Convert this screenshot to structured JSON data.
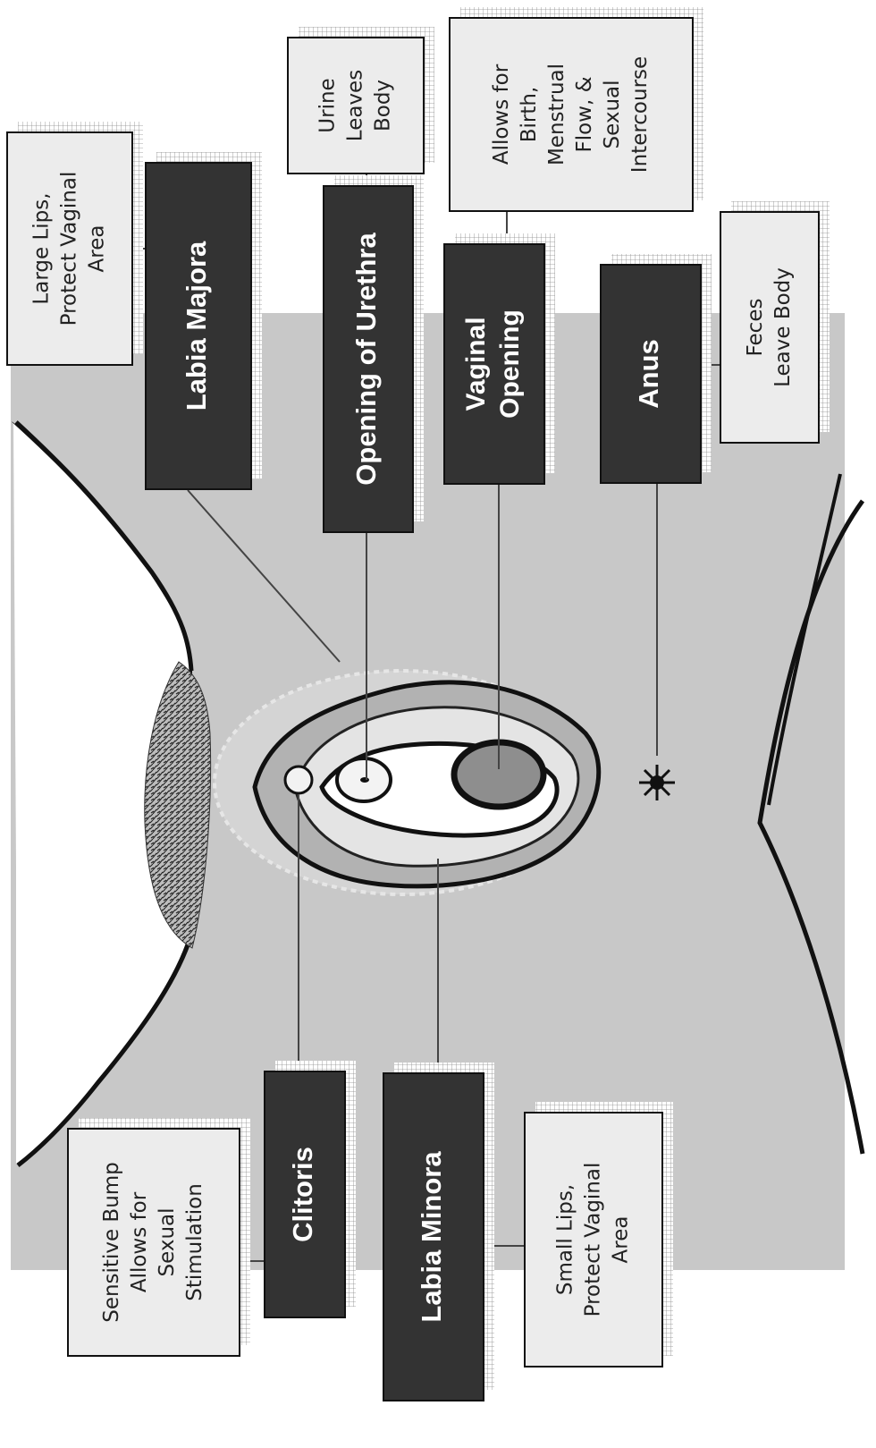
{
  "colors": {
    "background": "#ffffff",
    "body_fill": "#c8c8c8",
    "dark_box": "#333333",
    "light_box": "#ececec",
    "shadow_grid": "#9a9a9a",
    "outline": "#111111",
    "leader": "#444444"
  },
  "labels": {
    "labia_majora": {
      "title": [
        "Labia Majora"
      ],
      "desc": [
        "Large Lips,",
        "Protect Vaginal",
        "Area"
      ]
    },
    "urethra": {
      "title": [
        "Opening of Urethra"
      ],
      "desc": [
        "Urine",
        "Leaves",
        "Body"
      ]
    },
    "vaginal_opening": {
      "title": [
        "Vaginal",
        "Opening"
      ],
      "desc": [
        "Allows for",
        "Birth,",
        "Menstrual",
        "Flow, &",
        "Sexual",
        "Intercourse"
      ]
    },
    "anus": {
      "title": [
        "Anus"
      ],
      "desc": [
        "Feces",
        "Leave Body"
      ]
    },
    "clitoris": {
      "title": [
        "Clitoris"
      ],
      "desc": [
        "Sensitive Bump",
        "Allows for",
        "Sexual",
        "Stimulation"
      ]
    },
    "labia_minora": {
      "title": [
        "Labia Minora"
      ],
      "desc": [
        "Small Lips,",
        "Protect Vaginal",
        "Area"
      ]
    }
  }
}
